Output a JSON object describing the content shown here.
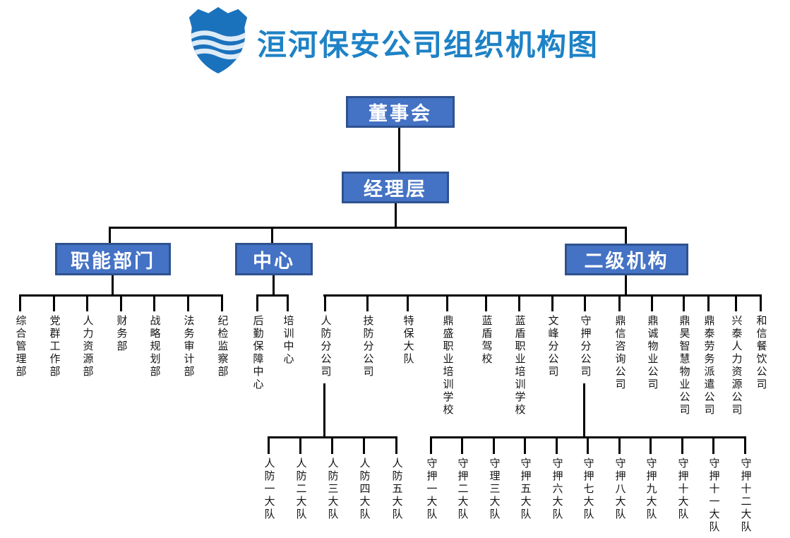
{
  "header": {
    "title": "洹河保安公司组织机构图",
    "logo": "blue-shield-with-waves"
  },
  "colors": {
    "node_fill": "#4472C4",
    "node_border": "#2F528F",
    "node_text": "#FFFFFF",
    "title_text": "#1E82C6",
    "logo_blue": "#1B72BC",
    "connector": "#000000"
  },
  "tree": {
    "root": {
      "label": "董事会"
    },
    "manager": {
      "label": "经理层"
    },
    "branches": [
      {
        "label": "职能部门",
        "children": [
          "综合管理部",
          "党群工作部",
          "人力资源部",
          "财务部",
          "战略规划部",
          "法务审计部",
          "纪检监察部"
        ]
      },
      {
        "label": "中心",
        "children": [
          "后勤保障中心",
          "培训中心"
        ]
      },
      {
        "label": "二级机构",
        "children": [
          {
            "label": "人防分公司",
            "children": [
              "人防一大队",
              "人防二大队",
              "人防三大队",
              "人防四大队",
              "人防五大队"
            ]
          },
          "技防分公司",
          "特保大队",
          "鼎盛职业培训学校",
          "蓝盾驾校",
          "蓝盾职业培训学校",
          "文峰分公司",
          {
            "label": "守押分公司",
            "children": [
              "守押一大队",
              "守押二大队",
              "守理三大队",
              "守押五大队",
              "守押六大队",
              "守押七大队",
              "守押八大队",
              "守押九大队",
              "守押十大队",
              "守押十一大队",
              "守押十二大队"
            ]
          },
          "鼎信咨询公司",
          "鼎诚物业公司",
          "鼎昊智慧物业公司",
          "鼎泰劳务派遣公司",
          "兴泰人力资源公司",
          "和信餐饮公司"
        ]
      }
    ]
  }
}
